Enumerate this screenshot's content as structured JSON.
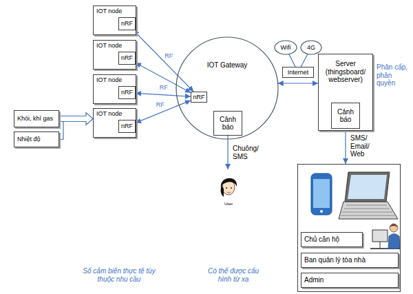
{
  "diagram": {
    "nodes": [
      {
        "text": [
          "IOT node"
        ]
      },
      {
        "text": [
          "nRF"
        ],
        "in": 0
      },
      {
        "text": [
          "IOT node"
        ]
      },
      {
        "text": [
          "nRF"
        ],
        "in": 2
      },
      {
        "text": [
          "IOT node"
        ]
      },
      {
        "text": [
          "nRF"
        ],
        "in": 4
      },
      {
        "text": [
          "IOT node"
        ]
      },
      {
        "text": [
          "nRF"
        ],
        "in": 6
      },
      {
        "text": [
          "Khói, khí gas"
        ]
      },
      {
        "text": [
          "Nhiệt độ"
        ]
      },
      {
        "text": [
          "IOT Gateway"
        ]
      },
      {
        "text": [
          "nRF"
        ],
        "in": 10
      },
      {
        "text": [
          "Cảnh báo"
        ],
        "in": 10
      },
      {
        "text": [
          "User"
        ]
      },
      {
        "text": [
          "Wifi"
        ]
      },
      {
        "text": [
          "4G"
        ]
      },
      {
        "text": [
          "Internet"
        ]
      },
      {
        "text": [
          "Server (thingsboard/ webserver)"
        ]
      },
      {
        "text": [
          "Cảnh báo"
        ],
        "in": 17
      },
      {
        "text": []
      },
      {
        "text": [
          "Chủ căn hộ"
        ],
        "in": 19
      },
      {
        "text": [
          "Ban quản lý tòa nhà"
        ],
        "in": 19
      },
      {
        "text": [
          "Admin"
        ],
        "in": 19
      }
    ],
    "edges": [
      {
        "from": 1,
        "to": 11,
        "arrow": "both",
        "label": "RF"
      },
      {
        "from": 3,
        "to": 11,
        "arrow": "both"
      },
      {
        "from": 5,
        "to": 11,
        "arrow": "both",
        "label": "RF"
      },
      {
        "from": 7,
        "to": 11,
        "arrow": "both",
        "label": "RF"
      },
      {
        "from": 8,
        "to": 6,
        "arrow": "to"
      },
      {
        "from": 9,
        "to": 6,
        "arrow": "to"
      },
      {
        "from": 12,
        "to": 13,
        "arrow": "to",
        "label": "Chuông/ SMS"
      },
      {
        "from": 14,
        "to": 16,
        "arrow": "none"
      },
      {
        "from": 15,
        "to": 16,
        "arrow": "none"
      },
      {
        "from": 10,
        "to": 17,
        "arrow": "both"
      },
      {
        "from": 18,
        "to": 19,
        "arrow": "to",
        "label": "SMS/ Email/ Web"
      }
    ],
    "labels": [
      "Phân cấp, phân quyền",
      "Số cảm biến thực tế tùy thuộc nhu cầu",
      "Có thể được cấu hình từ xa"
    ]
  }
}
